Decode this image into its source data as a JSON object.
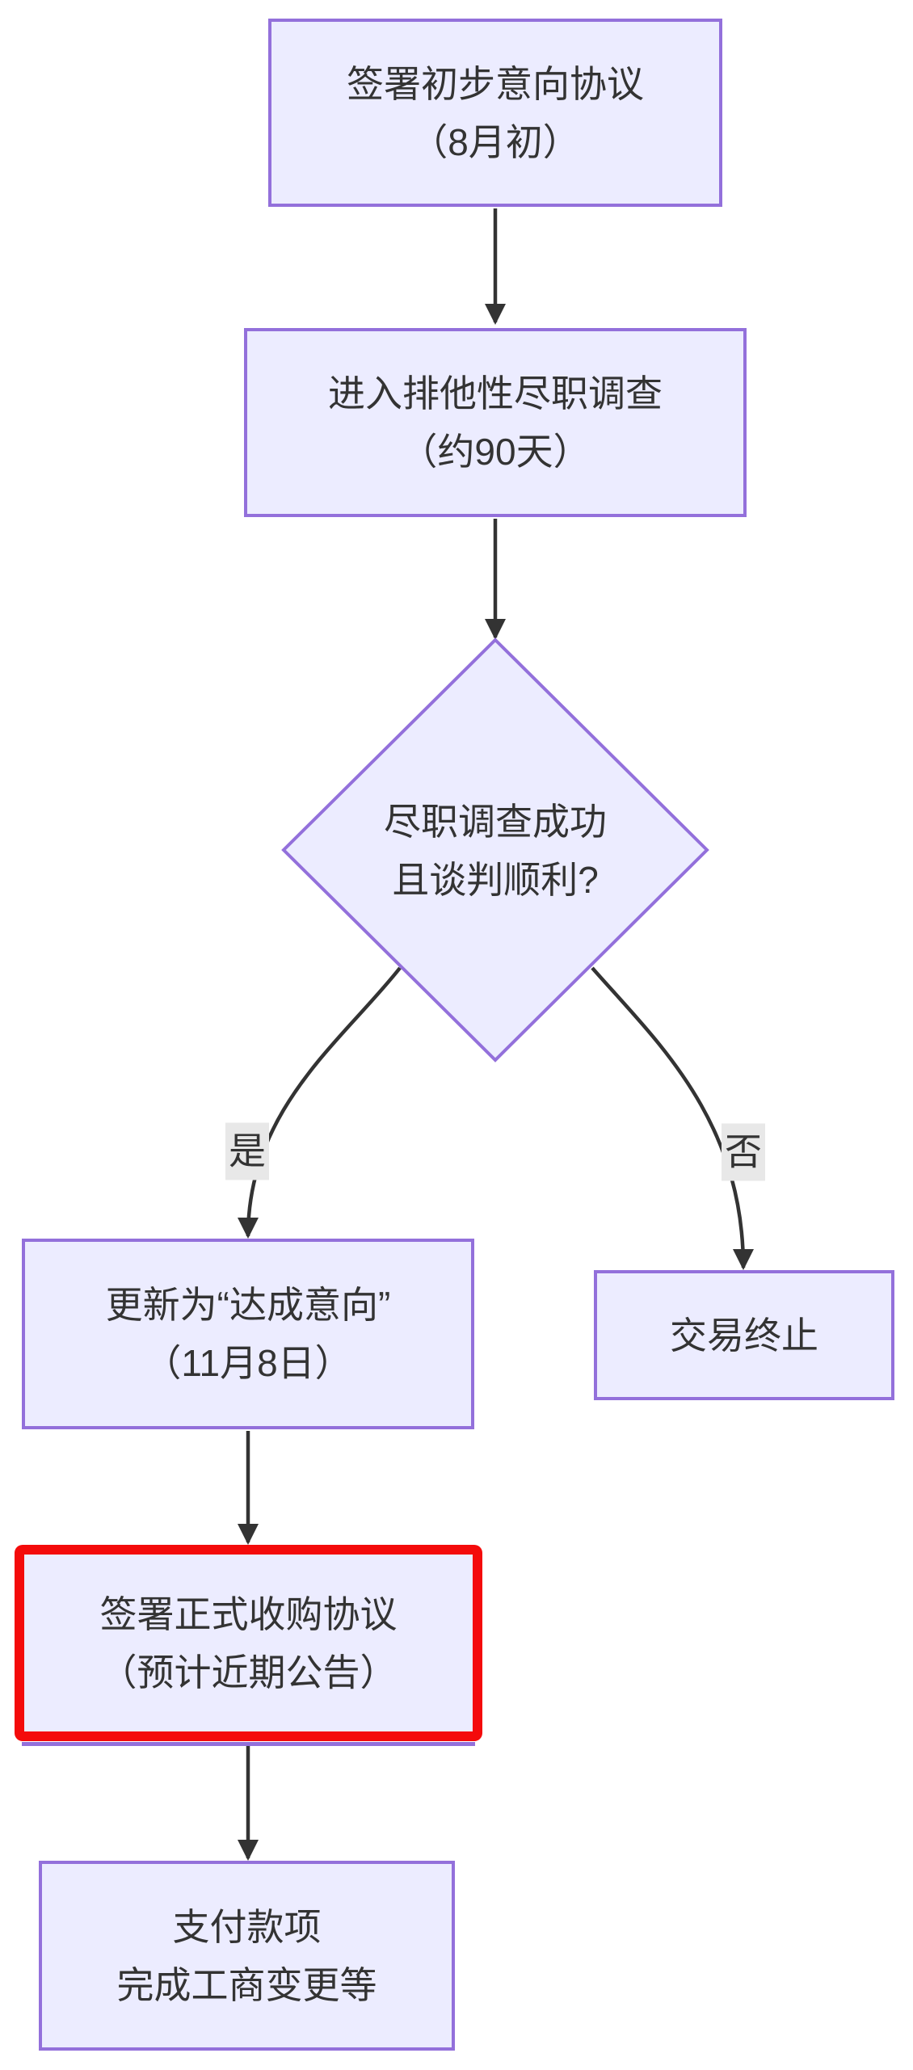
{
  "colors": {
    "background": "#ffffff",
    "node_fill": "#ECECFF",
    "node_border": "#9370DB",
    "edge": "#333333",
    "text": "#333333",
    "edge_label_bg": "#e8e8e8",
    "highlight": "#f40b0b"
  },
  "nodes": {
    "sign_loi": {
      "line1": "签署初步意向协议",
      "line2": "（8月初）"
    },
    "due_diligence": {
      "line1": "进入排他性尽职调查",
      "line2": "（约90天）"
    },
    "decision": {
      "line1": "尽职调查成功",
      "line2": "且谈判顺利?"
    },
    "intent_reached": {
      "line1": "更新为“达成意向”",
      "line2": "（11月8日）"
    },
    "deal_terminated": {
      "line1": "交易终止"
    },
    "formal_agreement": {
      "line1": "签署正式收购协议",
      "line2": "（预计近期公告）"
    },
    "payment": {
      "line1": "支付款项",
      "line2": "完成工商变更等"
    }
  },
  "edges": {
    "yes_label": "是",
    "no_label": "否"
  }
}
